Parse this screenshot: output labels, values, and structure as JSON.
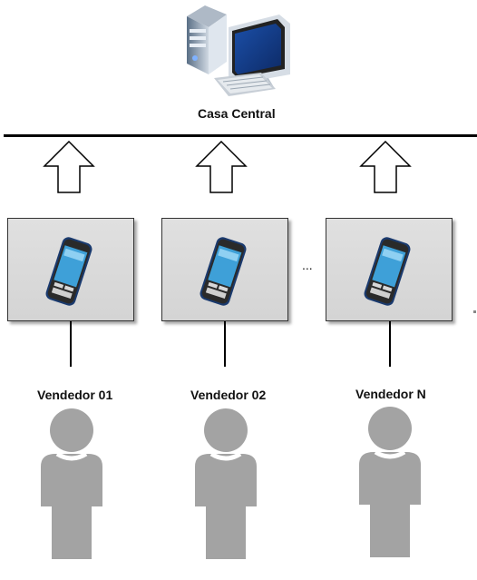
{
  "central": {
    "label": "Casa Central",
    "icon": "computer-icon"
  },
  "ellipsis": "...",
  "vendedores": [
    {
      "label": "Vendedor 01",
      "device_icon": "smartphone-icon",
      "person_icon": "person-icon"
    },
    {
      "label": "Vendedor 02",
      "device_icon": "smartphone-icon",
      "person_icon": "person-icon"
    },
    {
      "label": "Vendedor N",
      "device_icon": "smartphone-icon",
      "person_icon": "person-icon"
    }
  ],
  "colors": {
    "person": "#a3a3a3",
    "panel": "#d8d8d8",
    "phone_screen": "#3ea0d8",
    "phone_body": "#1a3a6e"
  }
}
